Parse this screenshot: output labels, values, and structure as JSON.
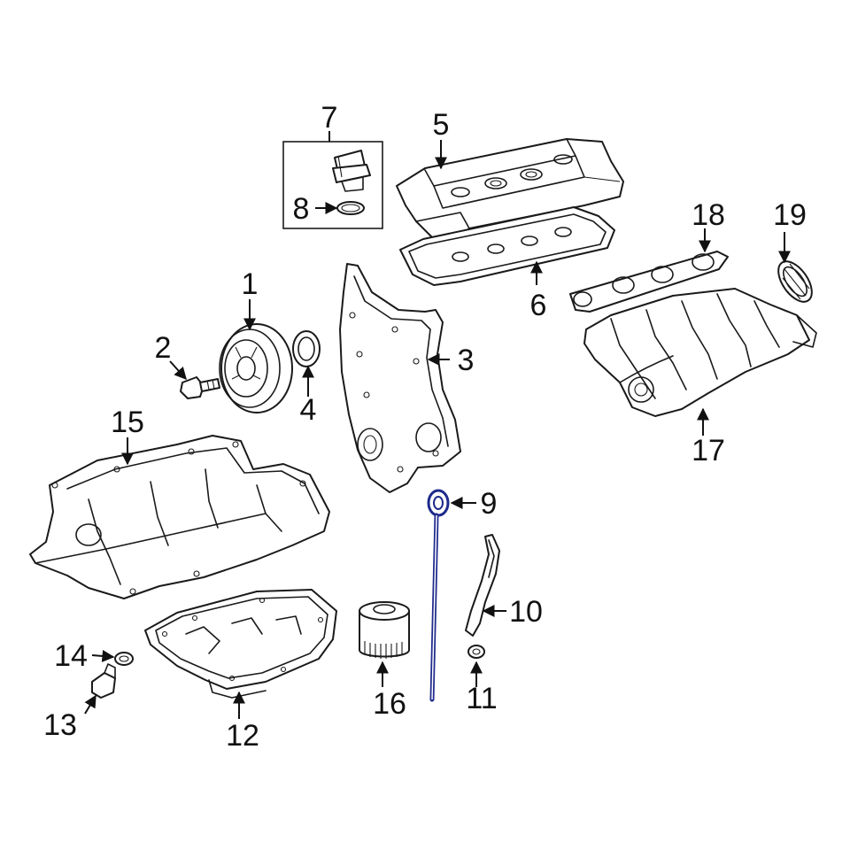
{
  "highlight_color": "#1e2a8c",
  "line_color": "#1a1a1a",
  "highlighted_part": "9",
  "callouts": {
    "c1": "1",
    "c2": "2",
    "c3": "3",
    "c4": "4",
    "c5": "5",
    "c6": "6",
    "c7": "7",
    "c8": "8",
    "c9": "9",
    "c10": "10",
    "c11": "11",
    "c12": "12",
    "c13": "13",
    "c14": "14",
    "c15": "15",
    "c16": "16",
    "c17": "17",
    "c18": "18",
    "c19": "19"
  }
}
